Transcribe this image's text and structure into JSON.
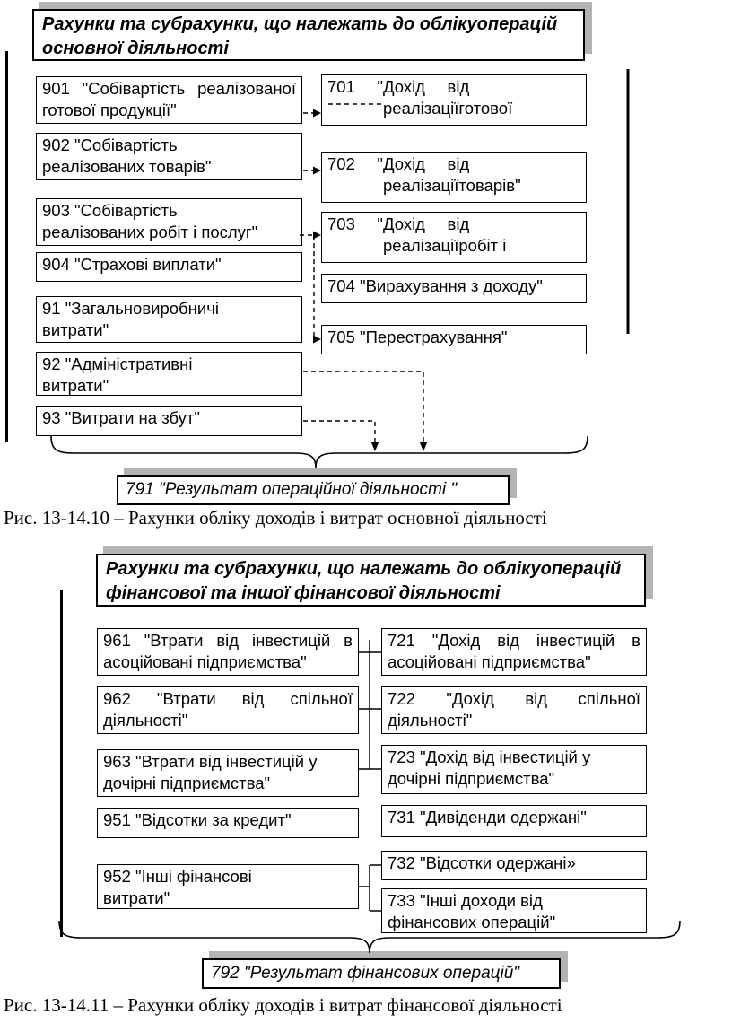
{
  "colors": {
    "border": "#000000",
    "shadow": "#b3b3b3",
    "background": "#ffffff"
  },
  "fig1": {
    "header": {
      "l1": "Рахунки та субрахунки, що належать до облікуоперацій",
      "l2": "основної діяльності"
    },
    "left": [
      {
        "l1": "901 \"Собівартість реалізованої",
        "l2": "готової продукції\""
      },
      {
        "l1": "902 \"Собівартість",
        "l2": "реалізованих товарів\""
      },
      {
        "l1": "903 \"Собівартість",
        "l2": "реалізованих робіт і послуг\""
      },
      {
        "l1": "904 \"Страхові виплати\""
      },
      {
        "l1": "91 \"Загальновиробничі",
        "l2": "витрати\""
      },
      {
        "l1": "92 \"Адміністративні",
        "l2": "витрати\""
      },
      {
        "l1": "93 \"Витрати на збут\""
      }
    ],
    "right": [
      {
        "l1": "701 \"Дохід від",
        "l2": "реалізаціїготової"
      },
      {
        "l1": "702 \"Дохід від",
        "l2": "реалізаціїтоварів\""
      },
      {
        "l1": "703 \"Дохід від",
        "l2": "реалізаціїробіт і"
      },
      {
        "l1": "704 \"Вирахування з доходу\""
      },
      {
        "l1": "705 \"Перестрахування\""
      }
    ],
    "result": "791 \"Результат операційної діяльності \"",
    "caption": "Рис. 13-14.10 – Рахунки обліку доходів і витрат основної діяльності"
  },
  "fig2": {
    "header": {
      "l1": "Рахунки та субрахунки, що належать до облікуоперацій",
      "l2": "фінансової та іншої фінансової діяльності"
    },
    "left": [
      {
        "l1": "961 \"Втрати від інвестицій в",
        "l2": "асоційовані підприємства\""
      },
      {
        "l1": "962 \"Втрати від спільної",
        "l2": "діяльності\""
      },
      {
        "l1": "963 \"Втрати від інвестицій у",
        "l2": "дочірні підприємства\""
      },
      {
        "l1": "951 \"Відсотки за кредит\""
      },
      {
        "l1": "952 \"Інші фінансові",
        "l2": "витрати\""
      }
    ],
    "right": [
      {
        "l1": "721 \"Дохід від інвестицій в",
        "l2": "асоційовані підприємства\""
      },
      {
        "l1": "722 \"Дохід від спільної",
        "l2": "діяльності\""
      },
      {
        "l1": "723 \"Дохід від інвестицій у",
        "l2": "дочірні підприємства\""
      },
      {
        "l1": "731 \"Дивіденди одержані\""
      },
      {
        "l1": "732 \"Відсотки одержані»"
      },
      {
        "l1": "733 \"Інші доходи від",
        "l2": "фінансових операцій\""
      }
    ],
    "result": "792 \"Результат фінансових операцій\"",
    "caption": "Рис. 13-14.11 – Рахунки обліку доходів і витрат фінансової діяльності"
  }
}
